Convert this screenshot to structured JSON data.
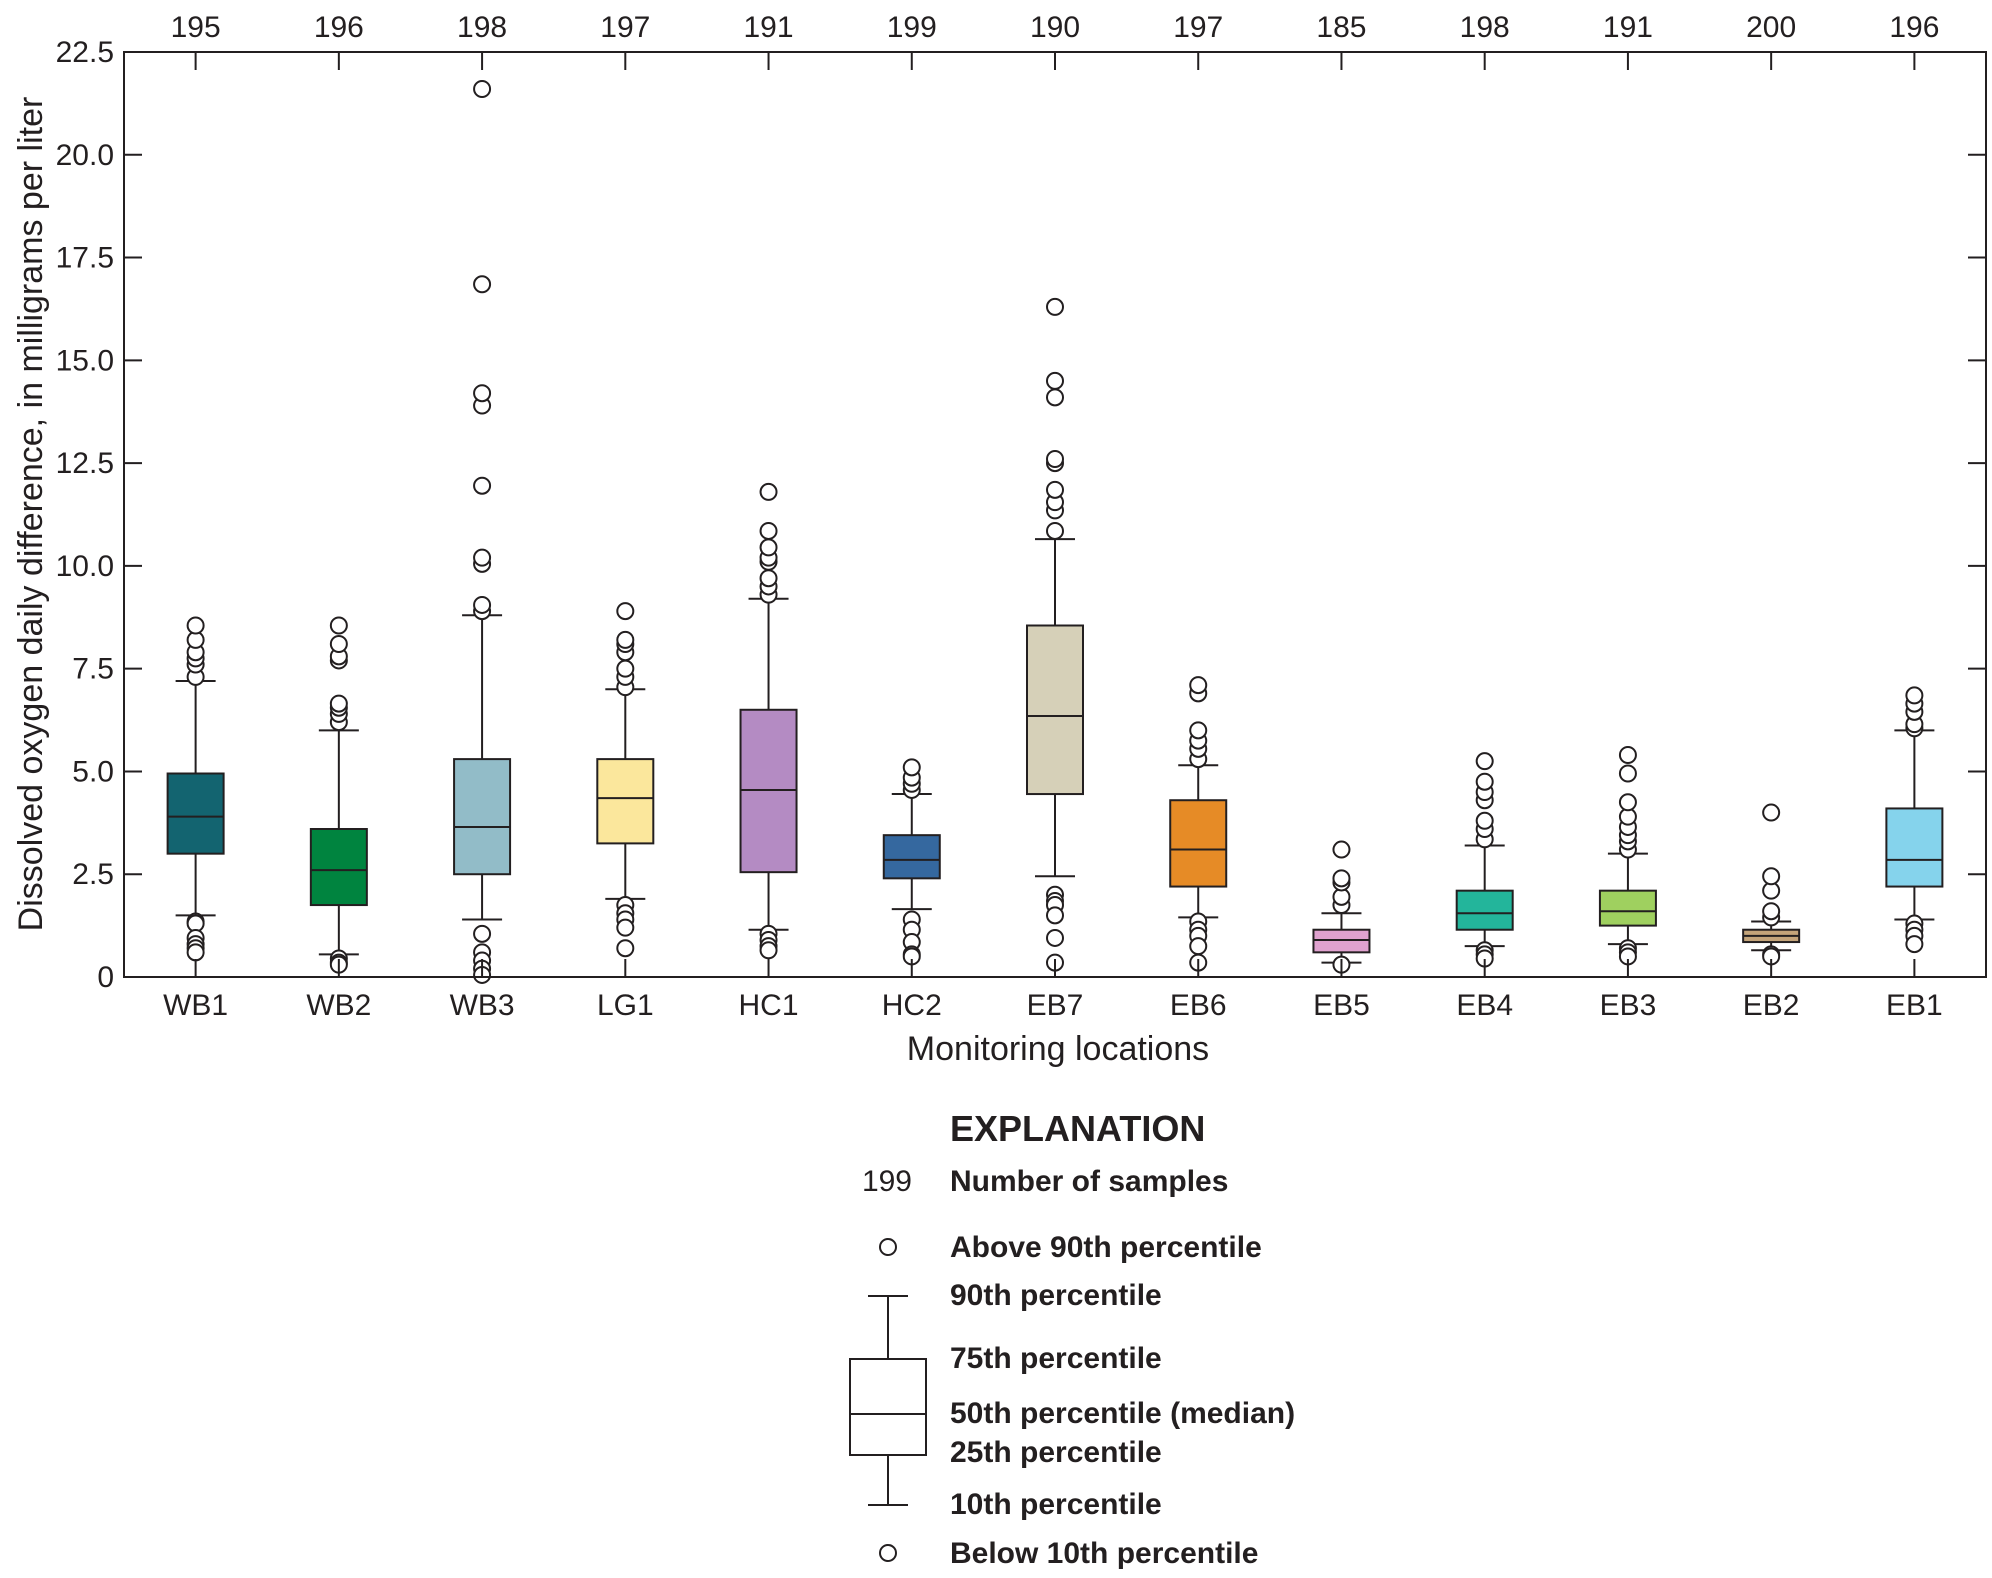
{
  "chart_data": {
    "type": "box",
    "ylabel": "Dissolved oxygen daily difference, in milligrams per liter",
    "xlabel": "Monitoring locations",
    "ylim": [
      0,
      22.5
    ],
    "yticks": [
      0,
      2.5,
      5.0,
      7.5,
      10.0,
      12.5,
      15.0,
      17.5,
      20.0,
      22.5
    ],
    "ytick_labels": [
      "0",
      "2.5",
      "5.0",
      "7.5",
      "10.0",
      "12.5",
      "15.0",
      "17.5",
      "20.0",
      "22.5"
    ],
    "grid": false,
    "legend_placement": "bottom-center",
    "categories": [
      "WB1",
      "WB2",
      "WB3",
      "LG1",
      "HC1",
      "HC2",
      "EB7",
      "EB6",
      "EB5",
      "EB4",
      "EB3",
      "EB2",
      "EB1"
    ],
    "sample_counts": [
      "195",
      "196",
      "198",
      "197",
      "191",
      "199",
      "190",
      "197",
      "185",
      "198",
      "191",
      "200",
      "196"
    ],
    "colors": [
      "#136470",
      "#00843f",
      "#92bcc8",
      "#fbe79c",
      "#b48bc3",
      "#35689f",
      "#d6d0b8",
      "#e68b26",
      "#e0a2cf",
      "#23b59b",
      "#9fd05f",
      "#c4a47a",
      "#85d3ec"
    ],
    "boxes": [
      {
        "p10": 1.5,
        "q1": 3.0,
        "median": 3.9,
        "q3": 4.95,
        "p90": 7.2,
        "above": [
          7.3,
          7.6,
          7.75,
          7.9,
          8.2,
          8.55
        ],
        "below": [
          1.35,
          1.3,
          0.95,
          0.8,
          0.7,
          0.6
        ]
      },
      {
        "p10": 0.55,
        "q1": 1.75,
        "median": 2.6,
        "q3": 3.6,
        "p90": 6.0,
        "above": [
          6.2,
          6.4,
          6.55,
          6.65,
          7.7,
          7.8,
          8.1,
          8.55
        ],
        "below": [
          0.45,
          0.35,
          0.3
        ]
      },
      {
        "p10": 1.4,
        "q1": 2.5,
        "median": 3.65,
        "q3": 5.3,
        "p90": 8.8,
        "above": [
          8.9,
          9.05,
          10.05,
          10.2,
          11.95,
          13.9,
          14.2,
          16.85,
          21.6
        ],
        "below": [
          1.05,
          0.6,
          0.4,
          0.2,
          0.05
        ]
      },
      {
        "p10": 1.9,
        "q1": 3.25,
        "median": 4.35,
        "q3": 5.3,
        "p90": 7.0,
        "above": [
          7.05,
          7.3,
          7.5,
          7.9,
          8.1,
          8.2,
          8.9
        ],
        "below": [
          1.75,
          1.55,
          1.4,
          1.2,
          0.7
        ]
      },
      {
        "p10": 1.15,
        "q1": 2.55,
        "median": 4.55,
        "q3": 6.5,
        "p90": 9.2,
        "above": [
          9.3,
          9.5,
          9.7,
          10.1,
          10.2,
          10.45,
          10.85,
          11.8
        ],
        "below": [
          1.05,
          0.9,
          0.75,
          0.65
        ]
      },
      {
        "p10": 1.65,
        "q1": 2.4,
        "median": 2.85,
        "q3": 3.45,
        "p90": 4.45,
        "above": [
          4.55,
          4.7,
          4.85,
          5.1
        ],
        "below": [
          1.4,
          1.15,
          0.85,
          0.55,
          0.5
        ]
      },
      {
        "p10": 2.45,
        "q1": 4.45,
        "median": 6.35,
        "q3": 8.55,
        "p90": 10.65,
        "above": [
          10.85,
          11.35,
          11.55,
          11.85,
          12.5,
          12.6,
          14.1,
          14.5,
          16.3
        ],
        "below": [
          2.0,
          1.85,
          1.75,
          1.5,
          0.95,
          0.35
        ]
      },
      {
        "p10": 1.45,
        "q1": 2.2,
        "median": 3.1,
        "q3": 4.3,
        "p90": 5.15,
        "above": [
          5.3,
          5.55,
          5.75,
          6.0,
          6.9,
          7.1
        ],
        "below": [
          1.35,
          1.15,
          1.0,
          0.75,
          0.35
        ]
      },
      {
        "p10": 0.35,
        "q1": 0.6,
        "median": 0.9,
        "q3": 1.15,
        "p90": 1.55,
        "above": [
          1.75,
          1.95,
          2.3,
          2.4,
          3.1
        ],
        "below": [
          0.3
        ]
      },
      {
        "p10": 0.75,
        "q1": 1.15,
        "median": 1.55,
        "q3": 2.1,
        "p90": 3.2,
        "above": [
          3.35,
          3.6,
          3.8,
          4.3,
          4.5,
          4.75,
          5.25
        ],
        "below": [
          0.65,
          0.55,
          0.45
        ]
      },
      {
        "p10": 0.8,
        "q1": 1.25,
        "median": 1.6,
        "q3": 2.1,
        "p90": 3.0,
        "above": [
          3.1,
          3.3,
          3.45,
          3.65,
          3.9,
          4.25,
          4.95,
          5.4
        ],
        "below": [
          0.7,
          0.6,
          0.5
        ]
      },
      {
        "p10": 0.65,
        "q1": 0.85,
        "median": 1.0,
        "q3": 1.15,
        "p90": 1.35,
        "above": [
          1.45,
          1.6,
          2.1,
          2.45,
          4.0
        ],
        "below": [
          0.55,
          0.5
        ]
      },
      {
        "p10": 1.4,
        "q1": 2.2,
        "median": 2.85,
        "q3": 4.1,
        "p90": 6.0,
        "above": [
          6.05,
          6.15,
          6.45,
          6.65,
          6.85
        ],
        "below": [
          1.3,
          1.15,
          1.0,
          0.8
        ]
      }
    ]
  },
  "legend": {
    "title": "EXPLANATION",
    "sample_number": "199",
    "number_of_samples": "Number of samples",
    "above_90": "Above 90th percentile",
    "p90": "90th percentile",
    "p75": "75th percentile",
    "p50": "50th percentile (median)",
    "p25": "25th percentile",
    "p10": "10th percentile",
    "below_10": "Below 10th percentile"
  }
}
